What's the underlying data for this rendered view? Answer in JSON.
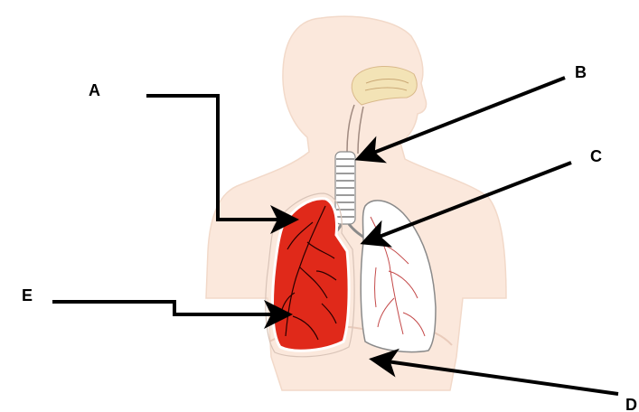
{
  "labels": {
    "a": "A",
    "b": "B",
    "c": "C",
    "d": "D",
    "e": "E"
  },
  "colors": {
    "skin": "#fbe8dc",
    "skin_outline": "#efd2c2",
    "lung_red": "#e0291a",
    "lung_white": "#ffffff",
    "nasal": "#f3e3b6",
    "arrow": "#000000"
  }
}
